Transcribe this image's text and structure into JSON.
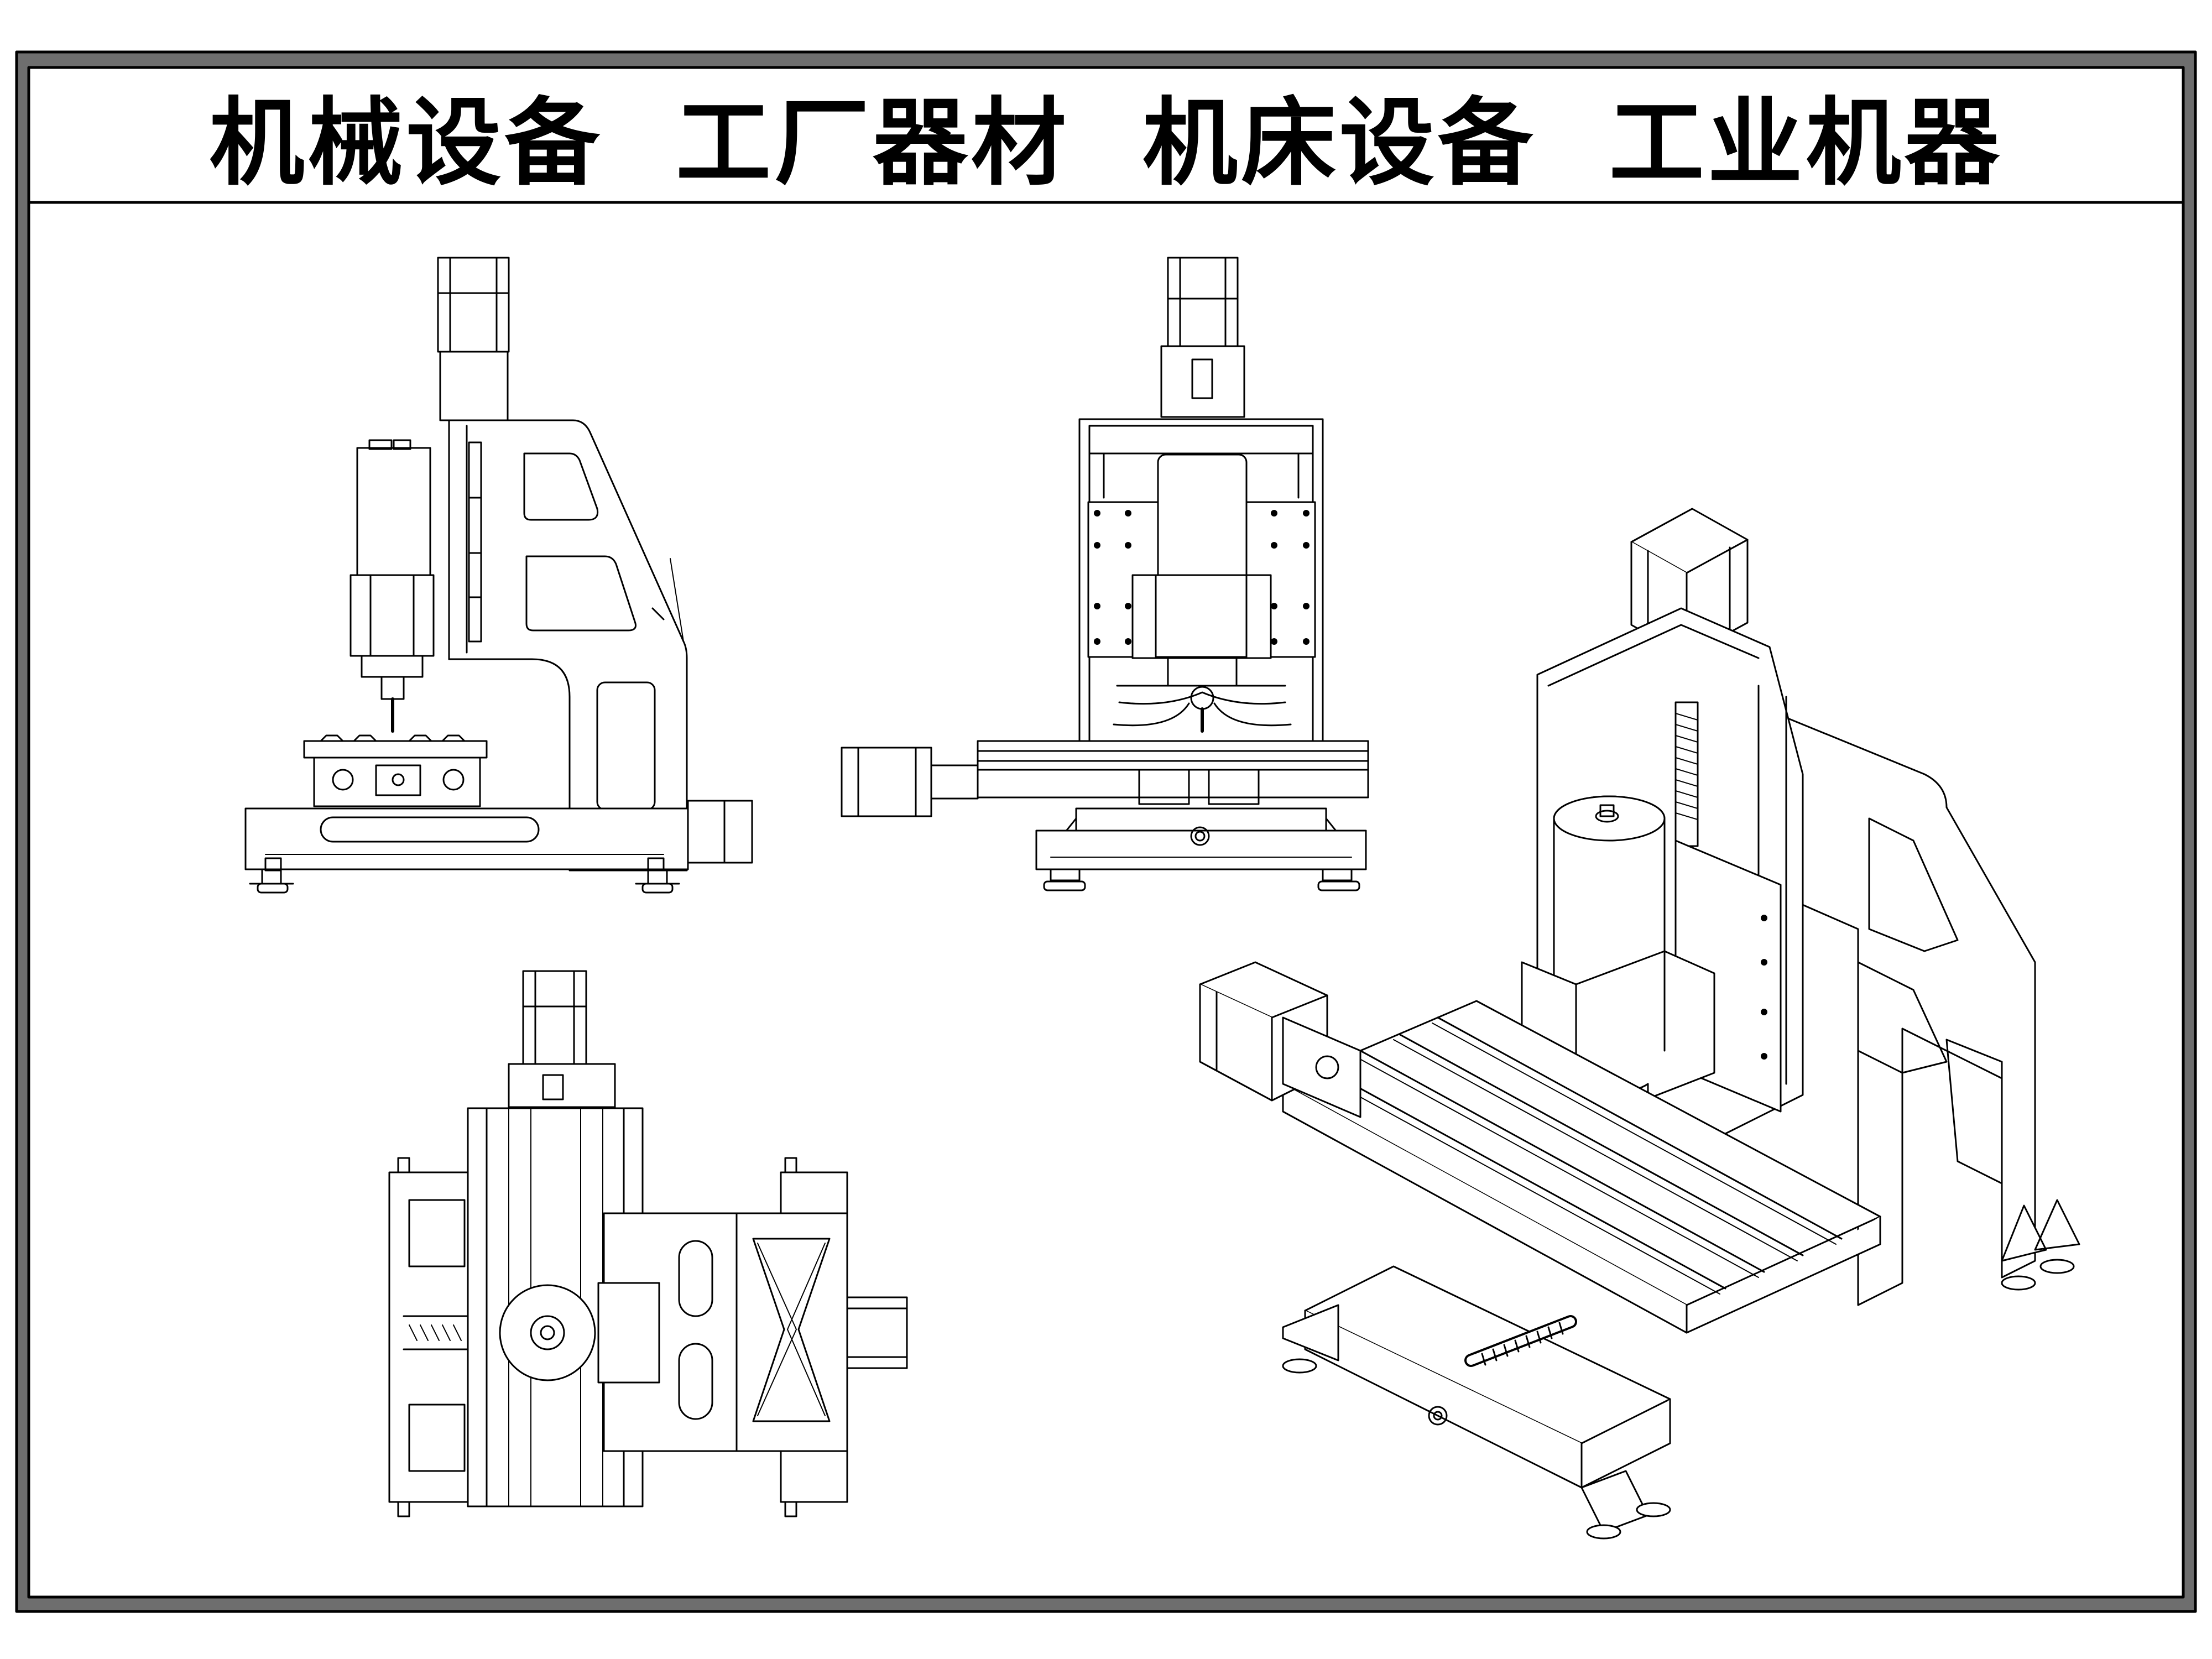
{
  "header": {
    "title": "机械设备  工厂器材  机床设备  工业机器"
  },
  "drawing": {
    "line_color": "#000000",
    "frame_fill": "#6e6e6e",
    "paper_color": "#ffffff",
    "views": [
      "side-elevation",
      "front-elevation",
      "top-plan",
      "isometric"
    ]
  }
}
